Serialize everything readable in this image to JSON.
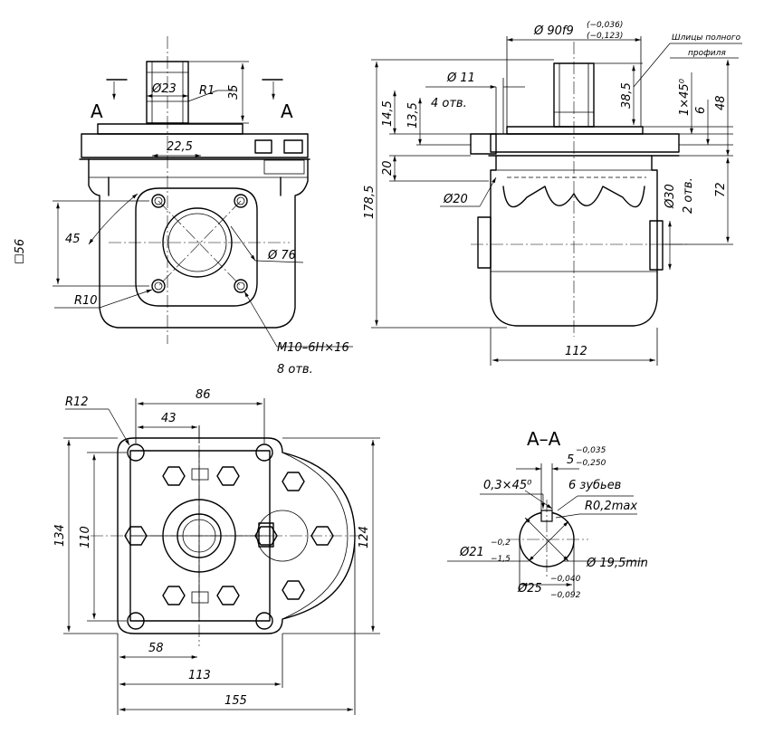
{
  "section_labels": {
    "a_left": "А",
    "a_right": "А",
    "section_title": "А–А"
  },
  "front_view": {
    "d23": "Ø23",
    "r1": "R1",
    "d35": "35",
    "d22_5": "22,5",
    "sq56": "☐56",
    "d45": "45",
    "r10": "R10",
    "d76": "Ø 76",
    "thread": "М10–6Н×16",
    "thread_count": "8 отв."
  },
  "side_view": {
    "d90": "Ø 90f9",
    "d90_tol_upper": "(−0,036)",
    "d90_tol_lower": "(−0,123)",
    "spline_note_1": "Шлицы полного",
    "spline_note_2": "профиля",
    "d11": "Ø 11",
    "holes4": "4 отв.",
    "d14_5": "14,5",
    "d13_5": "13,5",
    "d38_5": "38,5",
    "chamfer": "1×45⁰",
    "d6": "6",
    "d48": "48",
    "d20v": "20",
    "d20": "Ø20",
    "d30": "Ø30",
    "holes2": "2 отв.",
    "d72": "72",
    "d178_5": "178,5",
    "d112": "112"
  },
  "top_view": {
    "r12": "R12",
    "d86": "86",
    "d43": "43",
    "d134": "134",
    "d110": "110",
    "d124": "124",
    "d58": "58",
    "d113": "113",
    "d155": "155"
  },
  "section_view": {
    "d5": "5",
    "d5_tol_upper": "−0,035",
    "d5_tol_lower": "−0,250",
    "chamfer": "0,3×45⁰",
    "teeth": "6 зубьев",
    "r02": "R0,2max",
    "d21": "Ø21",
    "d21_tol_upper": "−0,2",
    "d21_tol_lower": "−1,5",
    "d19_5": "Ø 19,5min",
    "d25": "Ø25",
    "d25_tol_upper": "−0,040",
    "d25_tol_lower": "−0,092"
  }
}
